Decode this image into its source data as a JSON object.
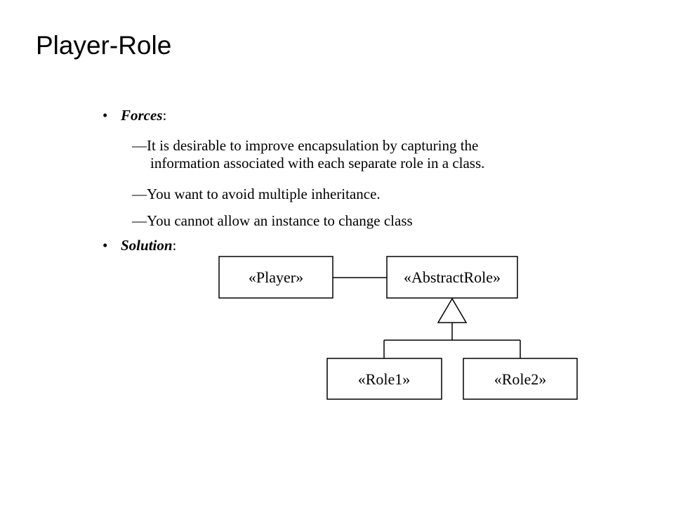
{
  "slide": {
    "title": "Player-Role",
    "forces": {
      "bullet": "•",
      "label": "Forces",
      "colon": ":",
      "items": [
        {
          "dash": "—",
          "line1": "It is desirable to improve encapsulation by capturing the",
          "line2": "information associated with each separate role in a class."
        },
        {
          "dash": "—",
          "line1": "You want to avoid multiple inheritance."
        },
        {
          "dash": "—",
          "line1": "You cannot allow an instance to change class"
        }
      ]
    },
    "solution": {
      "bullet": "•",
      "label": "Solution",
      "colon": ":"
    }
  },
  "diagram": {
    "boxes": {
      "player": "«Player»",
      "abstract_role": "«AbstractRole»",
      "role1": "«Role1»",
      "role2": "«Role2»"
    }
  }
}
